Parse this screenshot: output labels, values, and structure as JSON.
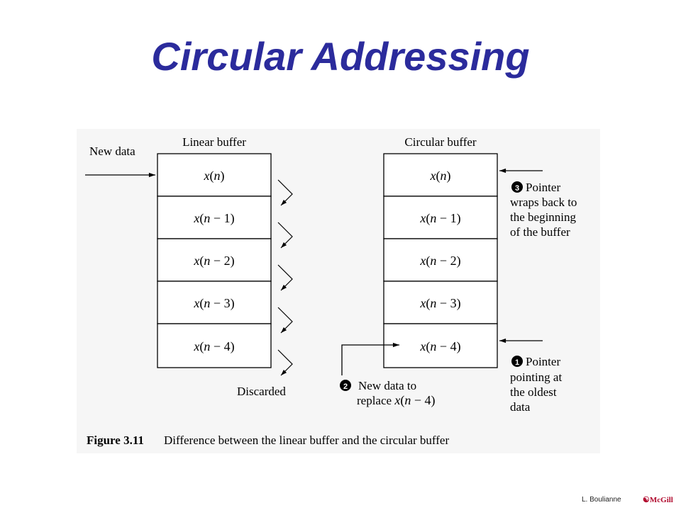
{
  "slide": {
    "title": "Circular Addressing"
  },
  "figure": {
    "linear_buffer": {
      "label": "Linear buffer",
      "input_label": "New data",
      "output_label": "Discarded",
      "cells": [
        {
          "fn": "x",
          "arg": "n",
          "offset": ""
        },
        {
          "fn": "x",
          "arg": "n",
          "offset": " − 1"
        },
        {
          "fn": "x",
          "arg": "n",
          "offset": " − 2"
        },
        {
          "fn": "x",
          "arg": "n",
          "offset": " − 3"
        },
        {
          "fn": "x",
          "arg": "n",
          "offset": " − 4"
        }
      ]
    },
    "circular_buffer": {
      "label": "Circular buffer",
      "cells": [
        {
          "fn": "x",
          "arg": "n",
          "offset": ""
        },
        {
          "fn": "x",
          "arg": "n",
          "offset": " − 1"
        },
        {
          "fn": "x",
          "arg": "n",
          "offset": " − 2"
        },
        {
          "fn": "x",
          "arg": "n",
          "offset": " − 3"
        },
        {
          "fn": "x",
          "arg": "n",
          "offset": " − 4"
        }
      ]
    },
    "callouts": {
      "pointer_oldest": {
        "number": "1",
        "lines": [
          "Pointer",
          "pointing at",
          "the oldest",
          "data"
        ]
      },
      "new_data": {
        "number": "2",
        "line1": "New data to",
        "line2_text": "replace",
        "line2_fn": "x",
        "line2_arg": "n",
        "line2_offset": " − 4"
      },
      "pointer_wraps": {
        "number": "3",
        "lines": [
          "Pointer",
          "wraps back to",
          "the beginning",
          "of the buffer"
        ]
      }
    },
    "caption": {
      "label": "Figure 3.11",
      "text": "Difference between the linear buffer and the circular buffer"
    }
  },
  "footer": {
    "author": "L. Boulianne",
    "logo_text": "McGill"
  }
}
